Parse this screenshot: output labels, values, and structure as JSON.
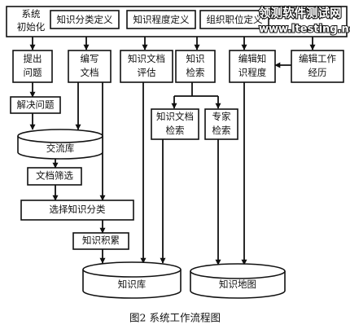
{
  "diagram": {
    "nodes": {
      "sys_init": {
        "lines": [
          "系统",
          "初始化"
        ]
      },
      "know_class_def": {
        "lines": [
          "知识分类定义"
        ]
      },
      "know_degree_def": {
        "lines": [
          "知识程度定义"
        ]
      },
      "org_post_def": {
        "lines": [
          "组织职位定义"
        ]
      },
      "propose_problem": {
        "lines": [
          "提出",
          "问题"
        ]
      },
      "write_doc": {
        "lines": [
          "编写",
          "文档"
        ]
      },
      "know_doc_eval": {
        "lines": [
          "知识文档",
          "评估"
        ]
      },
      "know_search": {
        "lines": [
          "知识",
          "检索"
        ]
      },
      "edit_know_degree": {
        "lines": [
          "编辑知",
          "识程度"
        ]
      },
      "edit_work_exp": {
        "lines": [
          "编辑工作",
          "经历"
        ]
      },
      "solve_problem": {
        "lines": [
          "解决问题"
        ]
      },
      "exchange_lib": {
        "lines": [
          "交流库"
        ]
      },
      "know_doc_search": {
        "lines": [
          "知识文档",
          "检索"
        ]
      },
      "expert_search": {
        "lines": [
          "专家",
          "检索"
        ]
      },
      "doc_filter": {
        "lines": [
          "文档筛选"
        ]
      },
      "select_class": {
        "lines": [
          "选择知识分类"
        ]
      },
      "know_accum": {
        "lines": [
          "知识积累"
        ]
      },
      "know_lib": {
        "lines": [
          "知识库"
        ]
      },
      "know_map": {
        "lines": [
          "知识地图"
        ]
      }
    }
  },
  "watermark": {
    "line1": "领测软件测试网",
    "line2": "www.ltesting.net"
  },
  "caption": "图2   系统工作流程图"
}
